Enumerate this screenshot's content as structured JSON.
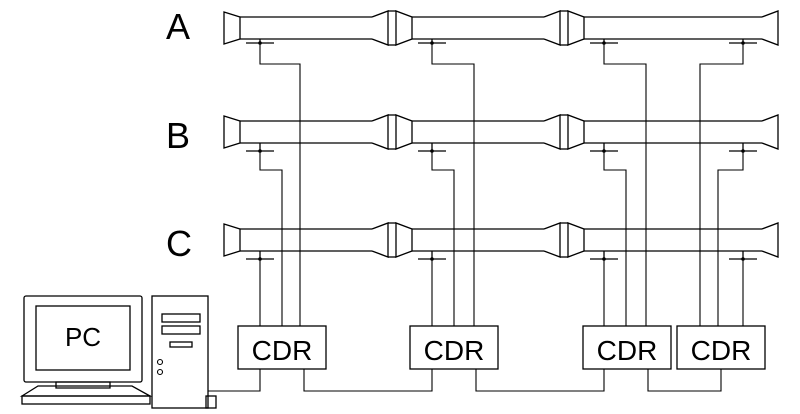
{
  "rows": [
    {
      "label": "A"
    },
    {
      "label": "B"
    },
    {
      "label": "C"
    }
  ],
  "computer": {
    "label": "PC"
  },
  "recorders": [
    {
      "label": "CDR"
    },
    {
      "label": "CDR"
    },
    {
      "label": "CDR"
    },
    {
      "label": "CDR"
    }
  ],
  "colors": {
    "stroke": "#000000",
    "background": "#ffffff"
  }
}
